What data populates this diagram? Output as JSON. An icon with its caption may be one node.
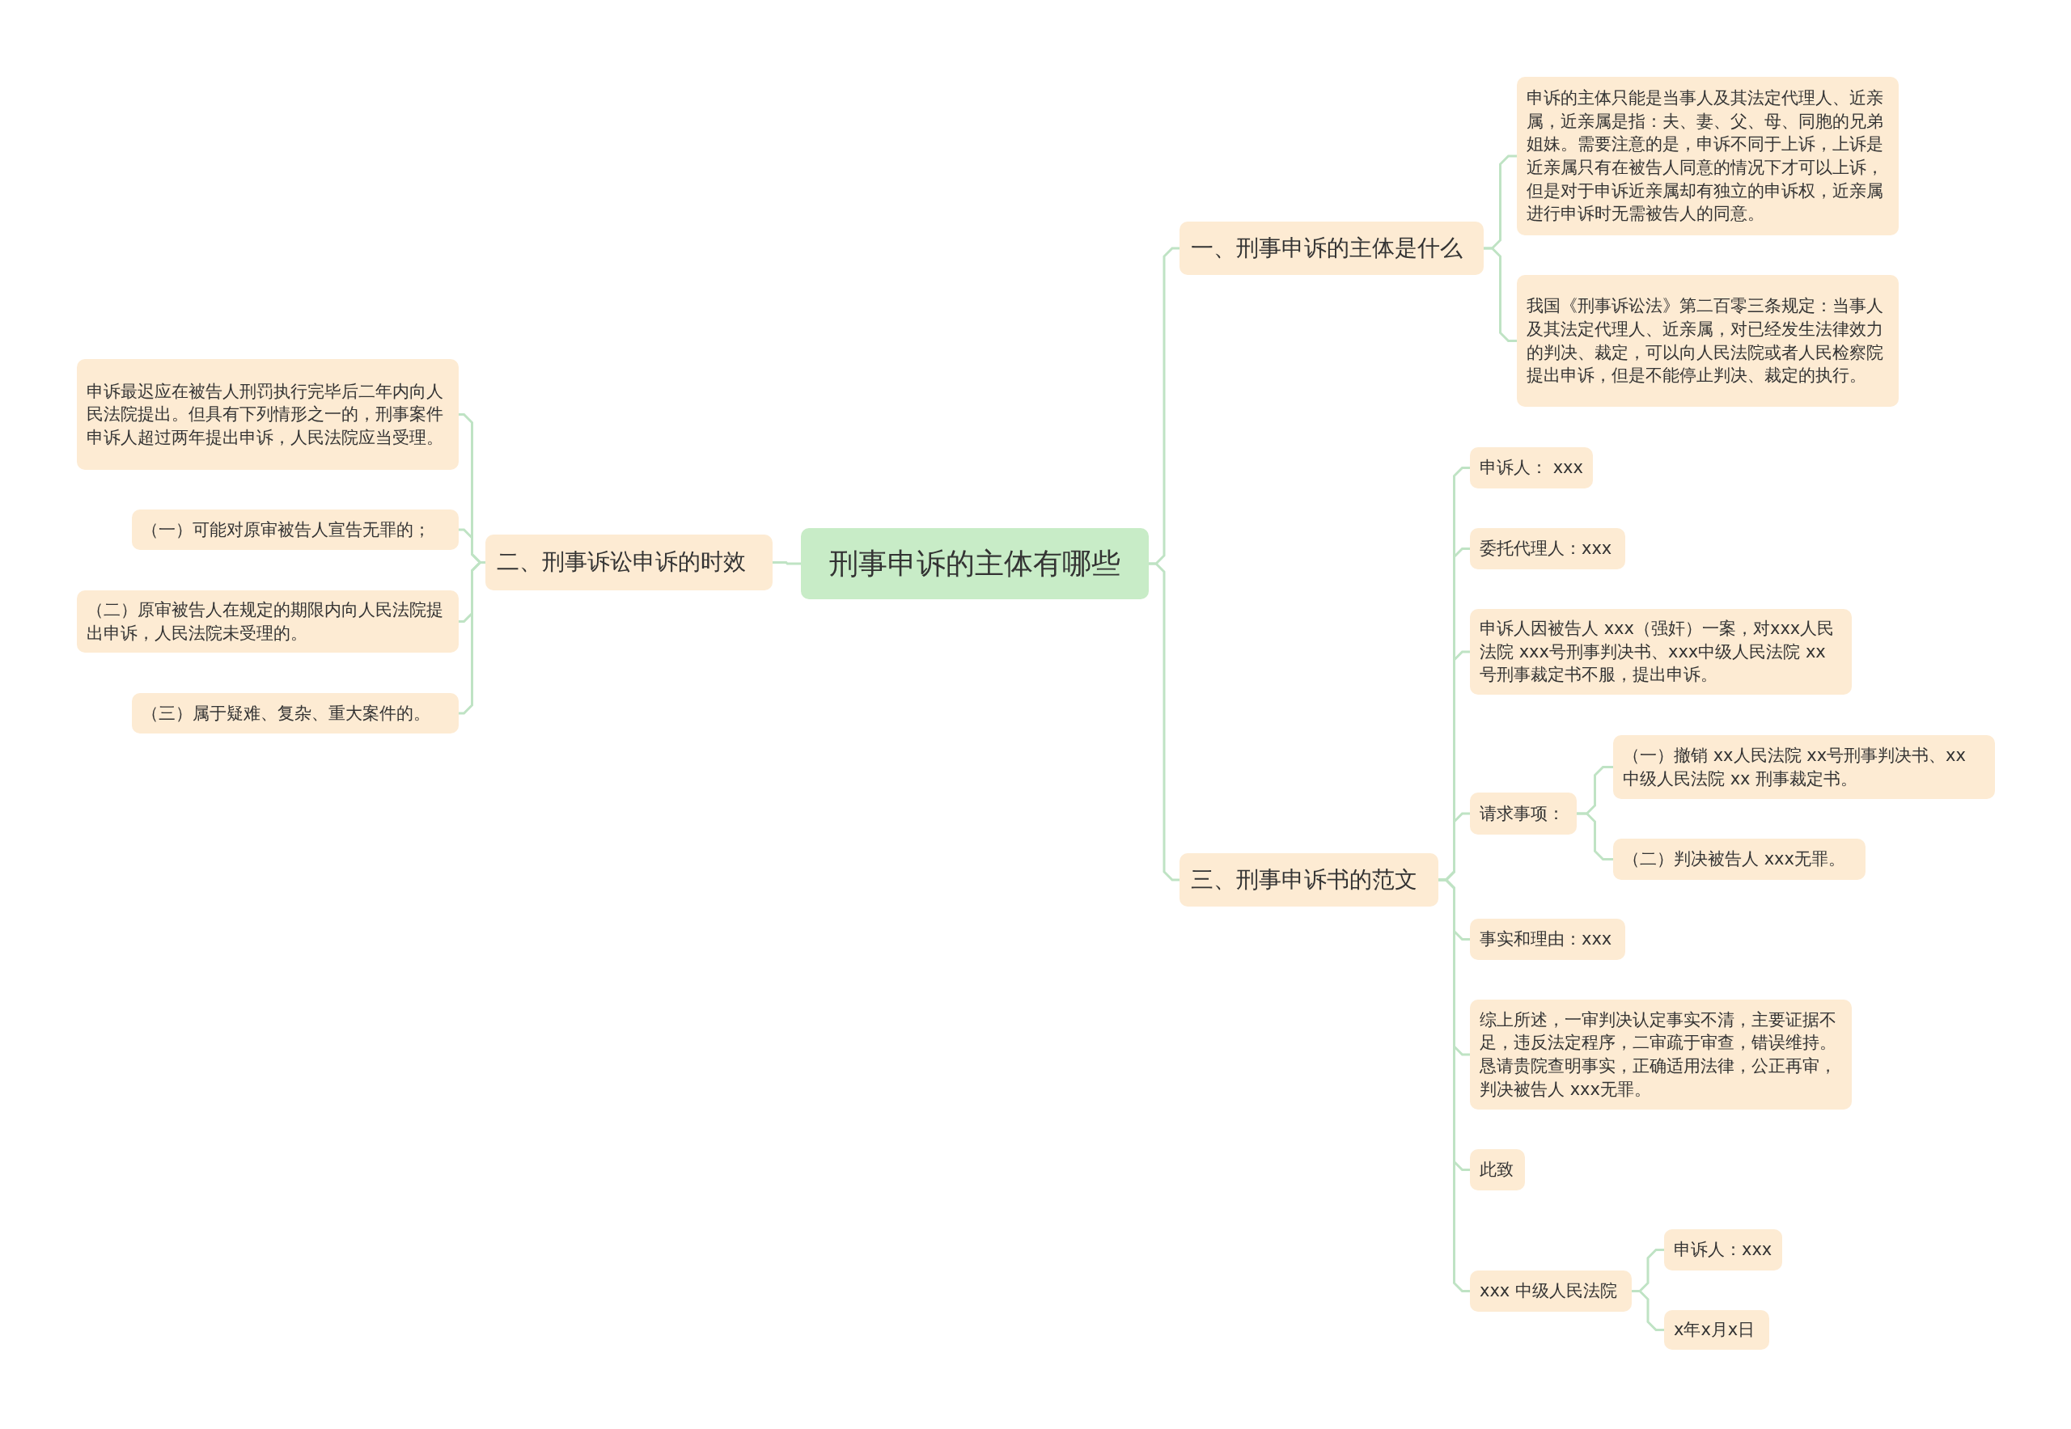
{
  "diagram": {
    "nodes": [
      {
        "text": [
          "刑事申诉的主体有哪些"
        ]
      },
      {
        "text": [
          "一、刑事申诉的主体是什么"
        ]
      },
      {
        "text": [
          "申诉的主体只能是当事人及其法定代理人、近亲属，近亲属是指：夫、妻、父、母、同胞的兄弟姐妹。需要注意的是，申诉不同于上诉，上诉是近亲属只有在被告人同意的情况下才可以上诉，但是对于申诉近亲属却有独立的申诉权，近亲属进行申诉时无需被告人的同意。"
        ]
      },
      {
        "text": [
          "我国《刑事诉讼法》第二百零三条规定：当事人及其法定代理人、近亲属，对已经发生法律效力的判决、裁定，可以向人民法院或者人民检察院提出申诉，但是不能停止判决、裁定的执行。"
        ]
      },
      {
        "text": [
          "二、刑事诉讼申诉的时效"
        ]
      },
      {
        "text": [
          "申诉最迟应在被告人刑罚执行完毕后二年内向人民法院提出。但具有下列情形之一的，刑事案件申诉人超过两年提出申诉，人民法院应当受理。"
        ]
      },
      {
        "text": [
          "（一）可能对原审被告人宣告无罪的；"
        ]
      },
      {
        "text": [
          "（二）原审被告人在规定的期限内向人民法院提出申诉，人民法院未受理的。"
        ]
      },
      {
        "text": [
          "（三）属于疑难、复杂、重大案件的。"
        ]
      },
      {
        "text": [
          "三、刑事申诉书的范文"
        ]
      },
      {
        "text": [
          "申诉人： xxx"
        ]
      },
      {
        "text": [
          "委托代理人：xxx"
        ]
      },
      {
        "text": [
          "申诉人因被告人 xxx（强奸）一案，对xxx人民法院 xxx号刑事判决书、xxx中级人民法院 xx号刑事裁定书不服，提出申诉。"
        ]
      },
      {
        "text": [
          "请求事项："
        ]
      },
      {
        "text": [
          "（一）撤销 xx人民法院 xx号刑事判决书、xx 中级人民法院 xx 刑事裁定书。"
        ]
      },
      {
        "text": [
          "（二）判决被告人 xxx无罪。"
        ]
      },
      {
        "text": [
          "事实和理由：xxx"
        ]
      },
      {
        "text": [
          "综上所述，一审判决认定事实不清，主要证据不足，违反法定程序，二审疏于审查，错误维持。恳请贵院查明事实，正确适用法律，公正再审，判决被告人 xxx无罪。"
        ]
      },
      {
        "text": [
          "此致"
        ]
      },
      {
        "text": [
          "xxx 中级人民法院"
        ]
      },
      {
        "text": [
          "申诉人：xxx"
        ]
      },
      {
        "text": [
          "x年x月x日"
        ]
      }
    ],
    "edges": [
      {
        "from": 0,
        "to": 1,
        "arrow": "none"
      },
      {
        "from": 1,
        "to": 2,
        "arrow": "none"
      },
      {
        "from": 1,
        "to": 3,
        "arrow": "none"
      },
      {
        "from": 0,
        "to": 4,
        "arrow": "none"
      },
      {
        "from": 4,
        "to": 5,
        "arrow": "none"
      },
      {
        "from": 4,
        "to": 6,
        "arrow": "none"
      },
      {
        "from": 4,
        "to": 7,
        "arrow": "none"
      },
      {
        "from": 4,
        "to": 8,
        "arrow": "none"
      },
      {
        "from": 0,
        "to": 9,
        "arrow": "none"
      },
      {
        "from": 9,
        "to": 10,
        "arrow": "none"
      },
      {
        "from": 9,
        "to": 11,
        "arrow": "none"
      },
      {
        "from": 9,
        "to": 12,
        "arrow": "none"
      },
      {
        "from": 9,
        "to": 13,
        "arrow": "none"
      },
      {
        "from": 13,
        "to": 14,
        "arrow": "none"
      },
      {
        "from": 13,
        "to": 15,
        "arrow": "none"
      },
      {
        "from": 9,
        "to": 16,
        "arrow": "none"
      },
      {
        "from": 9,
        "to": 17,
        "arrow": "none"
      },
      {
        "from": 9,
        "to": 18,
        "arrow": "none"
      },
      {
        "from": 9,
        "to": 19,
        "arrow": "none"
      },
      {
        "from": 19,
        "to": 20,
        "arrow": "none"
      },
      {
        "from": 19,
        "to": 21,
        "arrow": "none"
      }
    ]
  }
}
